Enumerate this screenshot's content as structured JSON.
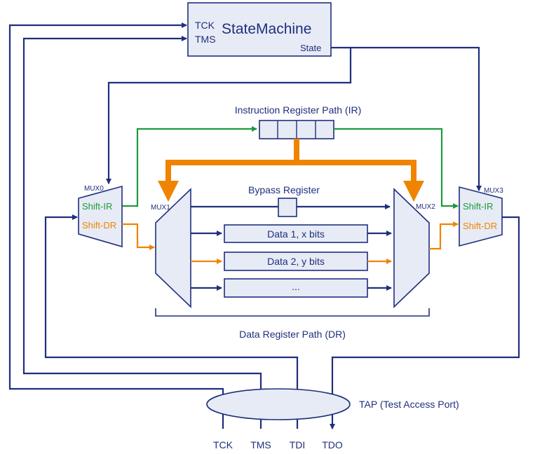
{
  "state_machine": {
    "title": "StateMachine",
    "in_tck": "TCK",
    "in_tms": "TMS",
    "out_state": "State"
  },
  "ir_path": {
    "label": "Instruction Register Path (IR)"
  },
  "dr_path": {
    "label": "Data Register Path (DR)"
  },
  "bypass": {
    "label": "Bypass Register"
  },
  "data_registers": [
    "Data 1, x bits",
    "Data 2, y bits",
    "..."
  ],
  "muxes": {
    "mux0": "MUX0",
    "mux1": "MUX1",
    "mux2": "MUX2",
    "mux3": "MUX3"
  },
  "mux_inputs": {
    "shift_ir": "Shift-IR",
    "shift_dr": "Shift-DR"
  },
  "tap": {
    "label": "TAP (Test Access Port)",
    "pins": [
      "TCK",
      "TMS",
      "TDI",
      "TDO"
    ]
  },
  "colors": {
    "navy": "#1f2f7d",
    "green": "#1e9a3e",
    "orange": "#f08400",
    "fill": "#e7ebf5"
  }
}
